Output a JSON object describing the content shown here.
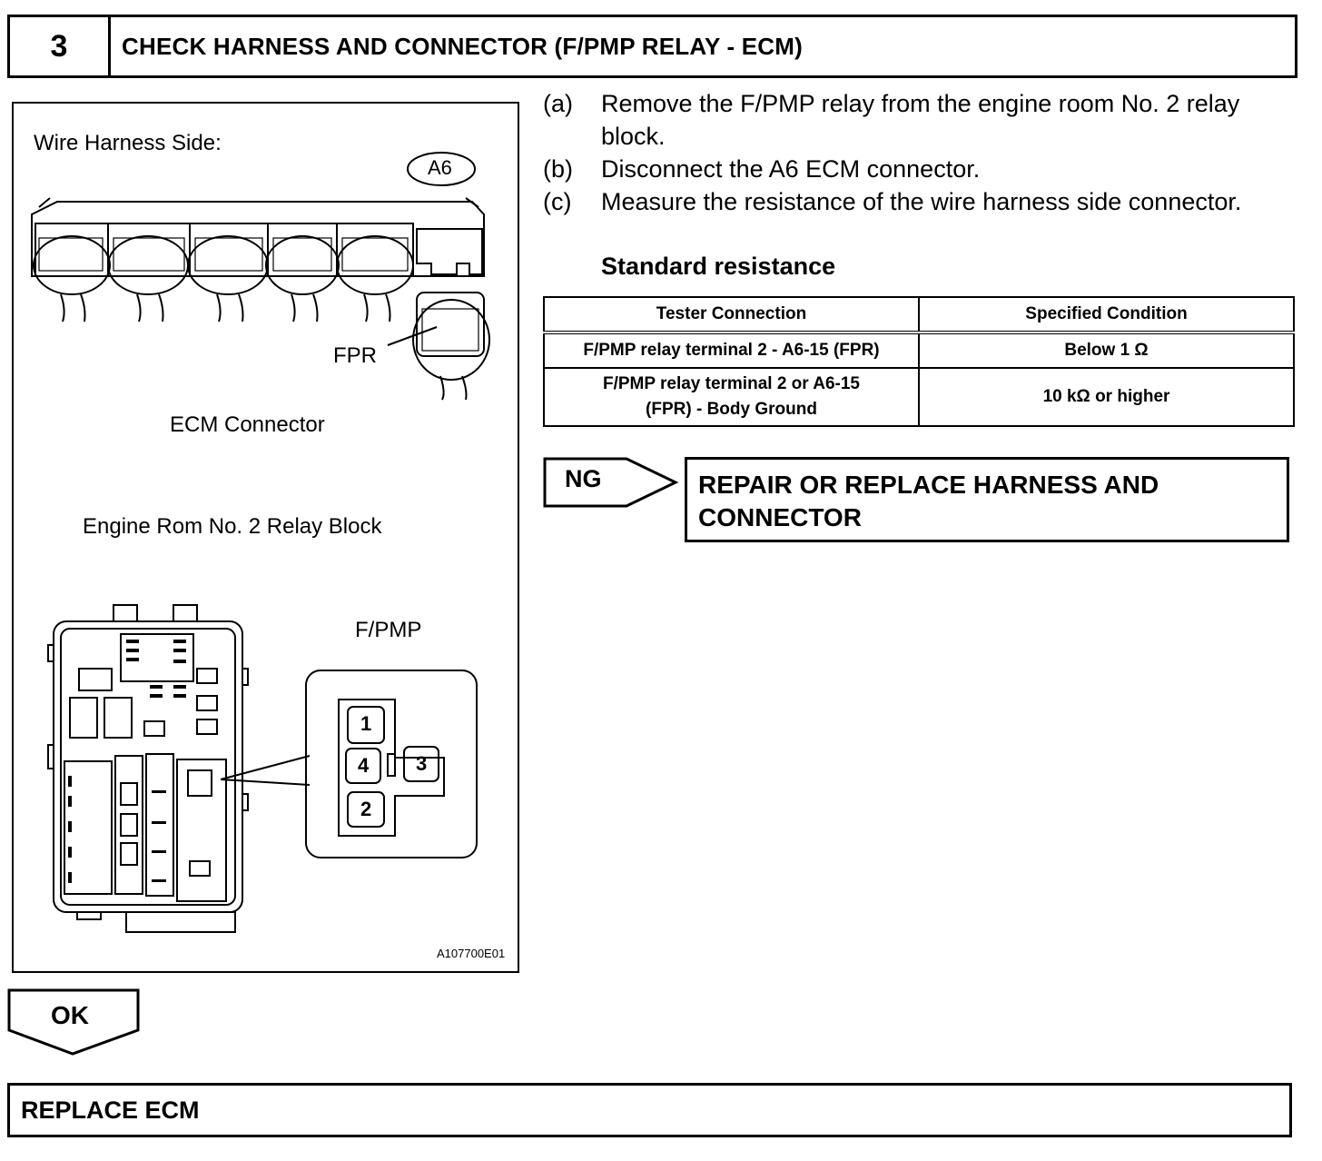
{
  "step": {
    "number": "3",
    "title": "CHECK HARNESS AND CONNECTOR (F/PMP RELAY - ECM)"
  },
  "figure": {
    "wire_harness_label": "Wire Harness Side:",
    "connector_code": "A6",
    "fpr_label": "FPR",
    "ecm_connector_label": "ECM Connector",
    "relay_block_label": "Engine Rom No. 2 Relay Block",
    "relay_label": "F/PMP",
    "terminals": [
      "1",
      "2",
      "3",
      "4"
    ],
    "figure_id": "A107700E01"
  },
  "instructions": [
    {
      "letter": "(a)",
      "text": "Remove the F/PMP relay from the engine room No. 2 relay block."
    },
    {
      "letter": "(b)",
      "text": "Disconnect the A6 ECM connector."
    },
    {
      "letter": "(c)",
      "text": "Measure the resistance of the wire harness side connector."
    }
  ],
  "standard_resistance_label": "Standard resistance",
  "spec_table": {
    "headers": [
      "Tester Connection",
      "Specified Condition"
    ],
    "rows": [
      {
        "connection": "F/PMP relay terminal 2 - A6-15 (FPR)",
        "condition": "Below 1 Ω"
      },
      {
        "connection_line1": "F/PMP relay terminal 2 or A6-15",
        "connection_line2": "(FPR) - Body Ground",
        "condition": "10 kΩ or higher"
      }
    ]
  },
  "ng": {
    "label": "NG",
    "action_line1": "REPAIR OR REPLACE HARNESS AND",
    "action_line2": "CONNECTOR"
  },
  "ok": {
    "label": "OK",
    "action": "REPLACE ECM"
  }
}
